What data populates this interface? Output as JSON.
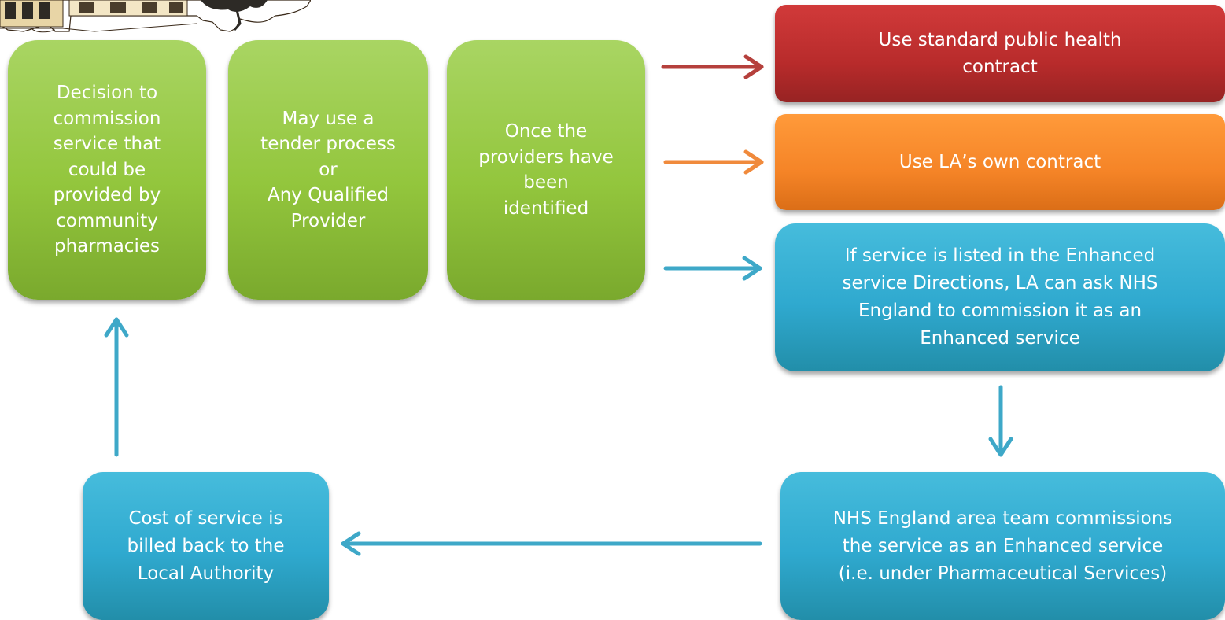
{
  "boxes": {
    "decision": "Decision to\ncommission\nservice that\ncould be\nprovided by\ncommunity\npharmacies",
    "tender": "May use a\ntender process\nor\nAny Qualified\nProvider",
    "providers": "Once the\nproviders have\nbeen\nidentified",
    "standard_contract": "Use standard public health\ncontract",
    "own_contract": "Use LA’s own contract",
    "enhanced_directions": "If service is listed in the Enhanced\nservice Directions, LA can ask NHS\nEngland to commission it as an\nEnhanced service",
    "nhs_area_team": "NHS England area team commissions\nthe service as an Enhanced service\n(i.e. under Pharmaceutical Services)",
    "cost_billed": "Cost of service is\nbilled back to the\nLocal Authority"
  },
  "colors": {
    "green": "#93c63d",
    "red": "#b82b2b",
    "orange": "#f58427",
    "blue": "#2fa9cf",
    "arrow_red": "#b5403c",
    "arrow_orange": "#f08a3c",
    "arrow_blue": "#3ea8c8"
  },
  "icons": [
    "building-illustration",
    "arrow-right-icon",
    "arrow-down-icon",
    "arrow-left-icon",
    "arrow-up-icon"
  ]
}
